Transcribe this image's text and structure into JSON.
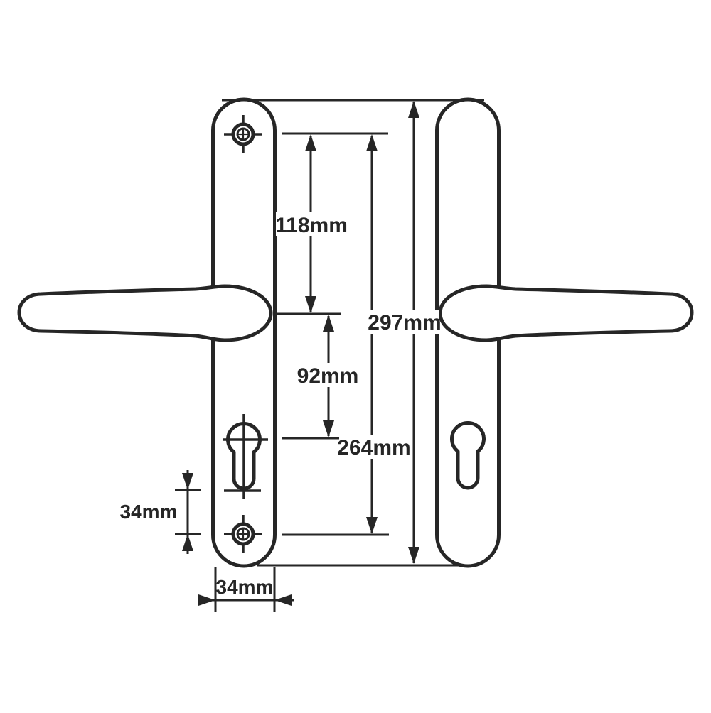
{
  "diagram": {
    "subject": "door-handle-pair-with-backplates-dimension-drawing",
    "background_color": "#ffffff",
    "line_color": "#262626",
    "labels": {
      "dim_118": "118mm",
      "dim_92": "92mm",
      "dim_297": "297mm",
      "dim_264": "264mm",
      "dim_34_vertical": "34mm",
      "dim_34_horizontal": "34mm"
    }
  }
}
